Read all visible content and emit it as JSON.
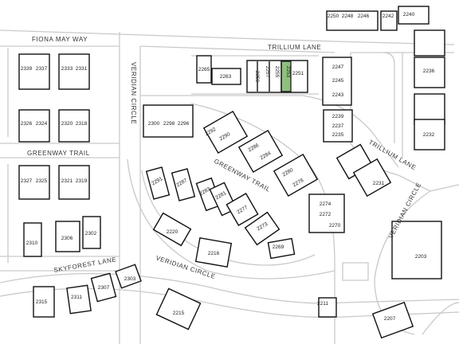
{
  "map": {
    "highlight_color": "#8fbf7f",
    "street_color": "#c9c9c9",
    "building_stroke": "#111111",
    "highlighted_lot": "2253",
    "streets": [
      {
        "id": "fiona",
        "name": "FIONA MAY WAY"
      },
      {
        "id": "trillium-top",
        "name": "TRILLIUM LANE"
      },
      {
        "id": "veridian-left",
        "name": "VERIDIAN CIRCLE"
      },
      {
        "id": "greenway-left",
        "name": "GREENWAY TRAIL"
      },
      {
        "id": "greenway-diag",
        "name": "GREENWAY TRAIL"
      },
      {
        "id": "trillium-right",
        "name": "TRILLIUM LANE"
      },
      {
        "id": "veridian-right",
        "name": "VERIDIAN CIRCLE"
      },
      {
        "id": "skyforest",
        "name": "SKYFOREST LANE"
      },
      {
        "id": "veridian-bottom",
        "name": "VERIDIAN CIRCLE"
      }
    ],
    "lots": [
      "2250",
      "2248",
      "2246",
      "2242",
      "2240",
      "2339",
      "2337",
      "2333",
      "2331",
      "2265",
      "2263",
      "2259",
      "2257",
      "2255",
      "2253",
      "2251",
      "2247",
      "2245",
      "2243",
      "2236",
      "2326",
      "2324",
      "2320",
      "2318",
      "2300",
      "2298",
      "2296",
      "2292",
      "2290",
      "2239",
      "2237",
      "2235",
      "2286",
      "2284",
      "2232",
      "2280",
      "2278",
      "2327",
      "2325",
      "2321",
      "2319",
      "2291",
      "2287",
      "2283",
      "2281",
      "2277",
      "2274",
      "2272",
      "2270",
      "2231",
      "2273",
      "2310",
      "2306",
      "2302",
      "2220",
      "2269",
      "2216",
      "2203",
      "2303",
      "2307",
      "2311",
      "2315",
      "2215",
      "2211",
      "2207"
    ]
  }
}
